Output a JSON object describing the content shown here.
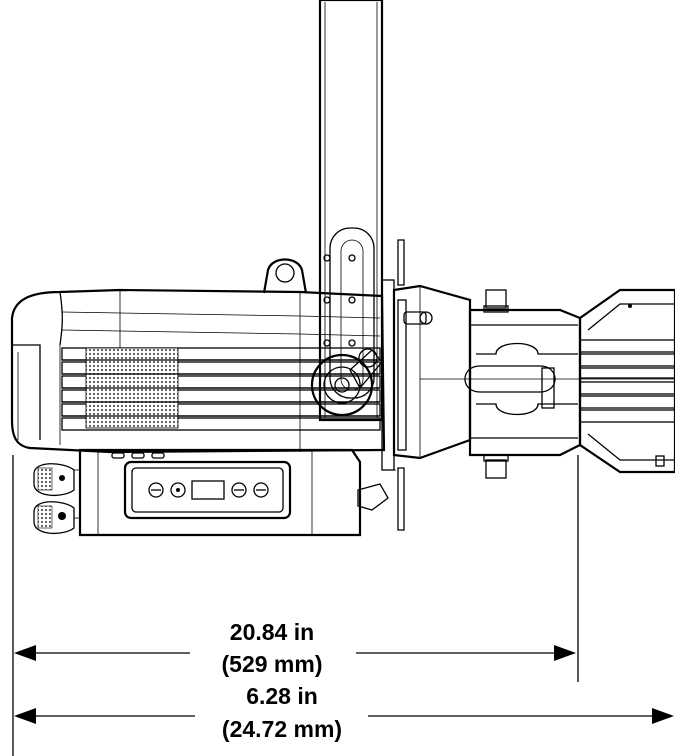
{
  "dimensions": {
    "inner": {
      "value": "20.84 in",
      "metric": "(529 mm)"
    },
    "outer": {
      "value": "6.28 in",
      "metric": "(24.72 mm)"
    }
  }
}
